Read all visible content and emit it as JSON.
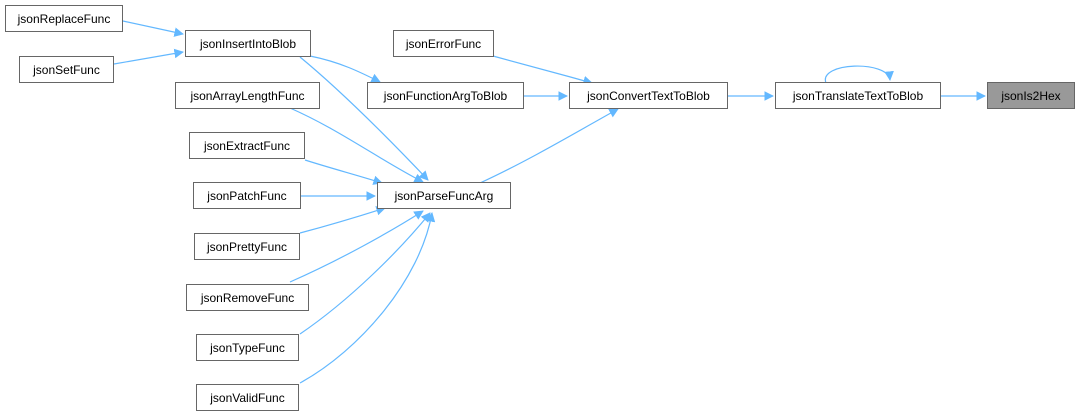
{
  "nodes": {
    "jsonReplaceFunc": "jsonReplaceFunc",
    "jsonSetFunc": "jsonSetFunc",
    "jsonInsertIntoBlob": "jsonInsertIntoBlob",
    "jsonErrorFunc": "jsonErrorFunc",
    "jsonArrayLengthFunc": "jsonArrayLengthFunc",
    "jsonFunctionArgToBlob": "jsonFunctionArgToBlob",
    "jsonConvertTextToBlob": "jsonConvertTextToBlob",
    "jsonTranslateTextToBlob": "jsonTranslateTextToBlob",
    "jsonIs2Hex": "jsonIs2Hex",
    "jsonExtractFunc": "jsonExtractFunc",
    "jsonPatchFunc": "jsonPatchFunc",
    "jsonParseFuncArg": "jsonParseFuncArg",
    "jsonPrettyFunc": "jsonPrettyFunc",
    "jsonRemoveFunc": "jsonRemoveFunc",
    "jsonTypeFunc": "jsonTypeFunc",
    "jsonValidFunc": "jsonValidFunc"
  },
  "colors": {
    "edge": "#63b8ff",
    "node_border": "#666666",
    "focus_node_fill": "#999999"
  }
}
